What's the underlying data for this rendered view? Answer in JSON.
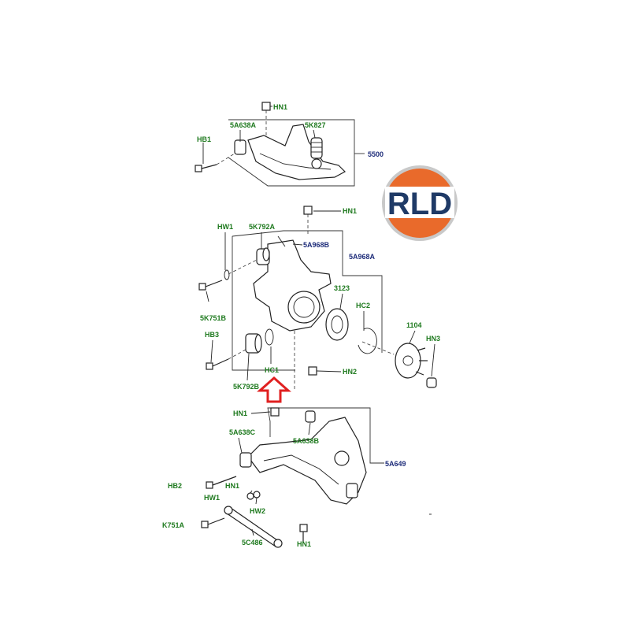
{
  "logo": {
    "text": "RLD",
    "colors": {
      "orange": "#e96a2b",
      "navy": "#1f3a66",
      "ring": "#c9c9c9"
    }
  },
  "colors": {
    "part_label": "#1f7a1f",
    "assembly_label": "#1f2d7a",
    "arrow": "#e02020"
  },
  "labels": {
    "hn1_top": "HN1",
    "a5a638a": "5A638A",
    "a5k827": "5K827",
    "hb1": "HB1",
    "a5500": "5500",
    "hn1_mid": "HN1",
    "hw1_top": "HW1",
    "a5k792a": "5K792A",
    "a5a968b": "5A968B",
    "a5a968a": "5A968A",
    "a3123": "3123",
    "hc2": "HC2",
    "a1104": "1104",
    "hn3": "HN3",
    "a5k751b": "5K751B",
    "hb3": "HB3",
    "hc1": "HC1",
    "hn2": "HN2",
    "a5k792b": "5K792B",
    "hn1_low": "HN1",
    "a5a638c": "5A638C",
    "a5a638b": "5A638B",
    "a5a649": "5A649",
    "hb2": "HB2",
    "hw1_low": "HW1",
    "hn1_low2": "HN1",
    "hw2": "HW2",
    "k751a": "K751A",
    "a5c486": "5C486",
    "hn1_bottom": "HN1"
  }
}
